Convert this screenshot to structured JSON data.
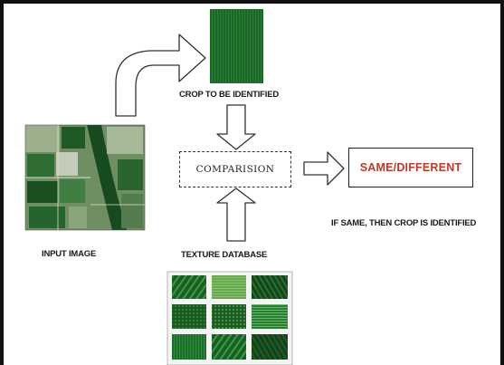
{
  "labels": {
    "crop_to_identify": "CROP TO BE IDENTIFIED",
    "comparison": "COMPARISION",
    "result": "SAME/DIFFERENT",
    "identified_note": "IF SAME, THEN CROP IS IDENTIFIED",
    "input_image": "INPUT IMAGE",
    "texture_database": "TEXTURE DATABASE"
  },
  "colors": {
    "result_text": "#c0392b",
    "crop_field": "#1f6b2a",
    "aerial_base": "#6f8f63"
  },
  "texture_tiles": 9
}
